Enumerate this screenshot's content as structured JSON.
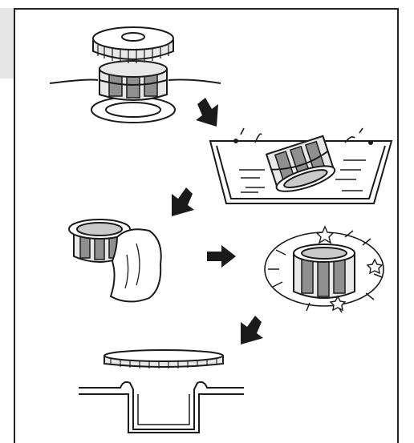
{
  "diagram": {
    "colors": {
      "line": "#1a1a1a",
      "fill_light": "#e8e8e8",
      "fill_mid": "#c9c9c9",
      "fill_dark": "#8f8f8f",
      "side_tab": "#e6e6e6",
      "background": "#ffffff"
    },
    "steps": [
      {
        "id": "remove-filter",
        "icon": "filter-with-cap-icon"
      },
      {
        "id": "wash-in-water",
        "icon": "filter-in-water-basin-icon"
      },
      {
        "id": "wipe-with-cloth",
        "icon": "filter-cloth-icon"
      },
      {
        "id": "check-clean",
        "icon": "clean-filter-sparkle-icon"
      },
      {
        "id": "reinstall-filter",
        "icon": "filter-reinstall-cross-section-icon"
      }
    ],
    "arrows": [
      {
        "id": "arrow-step1-to-step2",
        "icon": "arrow-down-right-icon"
      },
      {
        "id": "arrow-step2-to-step3",
        "icon": "arrow-down-left-icon"
      },
      {
        "id": "arrow-step3-to-step4",
        "icon": "arrow-right-icon"
      },
      {
        "id": "arrow-step4-to-step5",
        "icon": "arrow-down-left-icon"
      }
    ]
  }
}
